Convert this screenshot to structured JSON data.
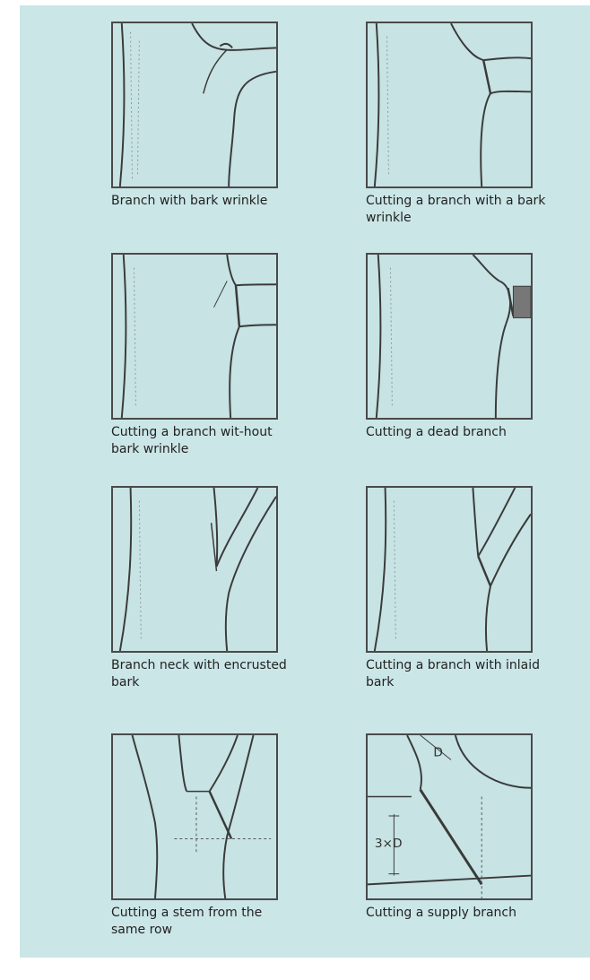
{
  "figures": [
    {
      "caption": "Branch with bark wrinkle",
      "illustration": "branch-bark-wrinkle-drawing"
    },
    {
      "caption": "Cutting a branch with a bark wrinkle",
      "illustration": "cut-branch-bark-wrinkle-drawing"
    },
    {
      "caption": "Cutting a branch wit-hout bark wrinkle",
      "illustration": "cut-branch-no-wrinkle-drawing"
    },
    {
      "caption": "Cutting a dead branch",
      "illustration": "cut-dead-branch-drawing"
    },
    {
      "caption": "Branch neck with encrusted bark",
      "illustration": "branch-neck-encrusted-drawing"
    },
    {
      "caption": "Cutting a branch with inlaid bark",
      "illustration": "cut-inlaid-bark-drawing"
    },
    {
      "caption": "Cutting a stem from the same row",
      "illustration": "cut-stem-same-row-drawing"
    },
    {
      "caption": "Cutting a supply branch",
      "illustration": "cut-supply-branch-drawing"
    }
  ],
  "annotations": {
    "diameter_label": "D",
    "triple_diameter_label": "3×D"
  },
  "colors": {
    "background": "#cbe6e7",
    "line": "#3a3a3a",
    "frame": "#4a4a4a"
  }
}
